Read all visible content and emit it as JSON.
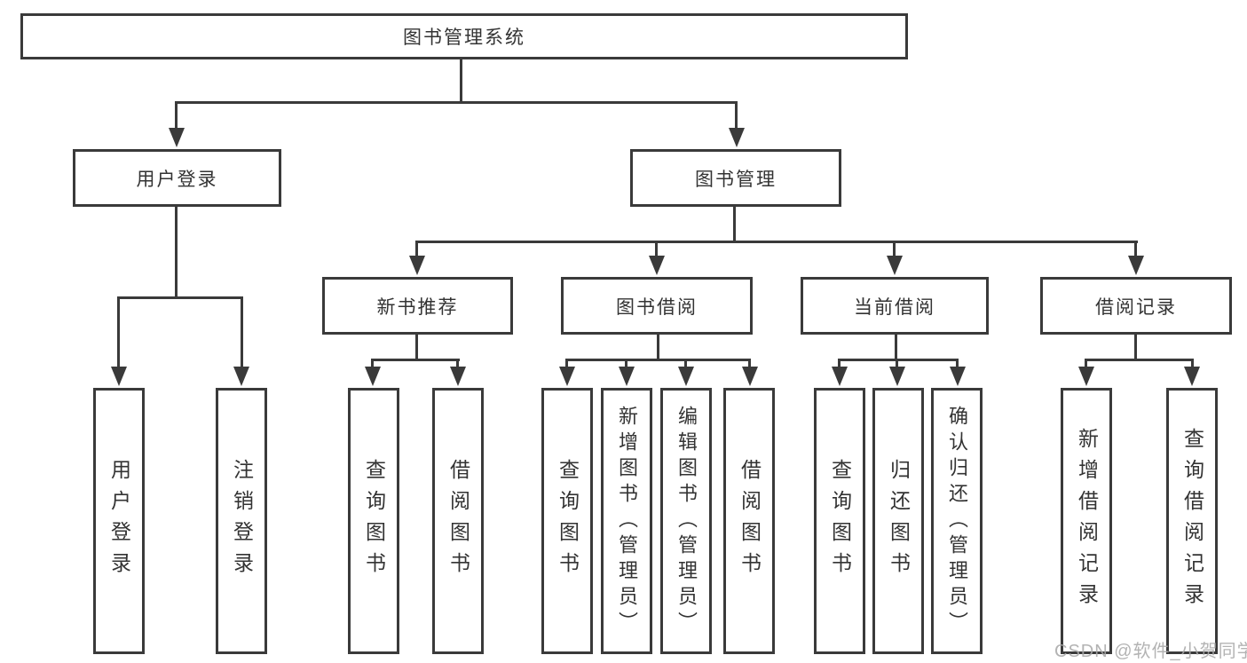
{
  "diagram": {
    "root": {
      "label": "图书管理系统"
    },
    "branches": {
      "user_login": {
        "label": "用户登录",
        "leaves": [
          "用户登录",
          "注销登录"
        ]
      },
      "book_management": {
        "label": "图书管理",
        "sections": {
          "new_book_recommendation": {
            "label": "新书推荐",
            "leaves": [
              "查询图书",
              "借阅图书"
            ]
          },
          "book_borrowing": {
            "label": "图书借阅",
            "leaves": [
              "查询图书",
              "新增图书（管理员）",
              "编辑图书（管理员）",
              "借阅图书"
            ]
          },
          "current_borrowing": {
            "label": "当前借阅",
            "leaves": [
              "查询图书",
              "归还图书",
              "确认归还（管理员）"
            ]
          },
          "borrowing_records": {
            "label": "借阅记录",
            "leaves": [
              "新增借阅记录",
              "查询借阅记录"
            ]
          }
        }
      }
    }
  },
  "watermark": {
    "text": "CSDN @软件_小贺同学"
  },
  "colors": {
    "line": "#3a3a3a",
    "text": "#333333",
    "watermark": "#a8a8a8",
    "background": "#ffffff"
  }
}
